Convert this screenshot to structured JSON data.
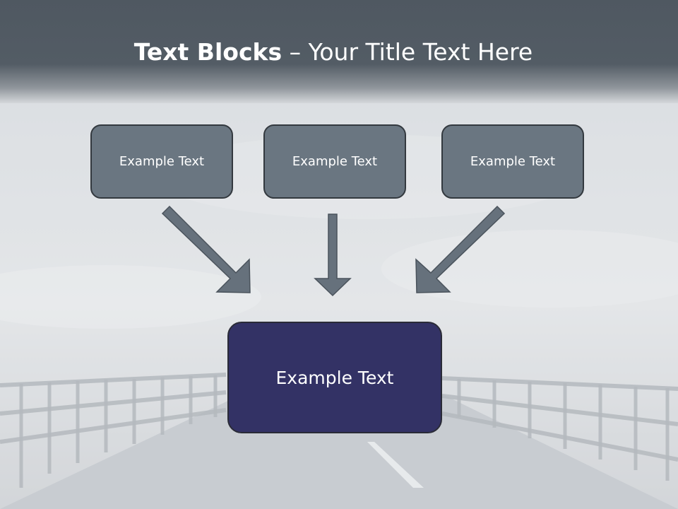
{
  "title": {
    "bold": "Text Blocks",
    "dash": " – ",
    "regular": "Your Title Text Here"
  },
  "blocks": {
    "left": "Example Text",
    "center": "Example Text",
    "right": "Example Text",
    "main": "Example Text"
  },
  "colors": {
    "header": "#535c65",
    "small_box_fill": "#6a7681",
    "main_box_fill": "#333265",
    "arrow_fill": "#66717c"
  }
}
